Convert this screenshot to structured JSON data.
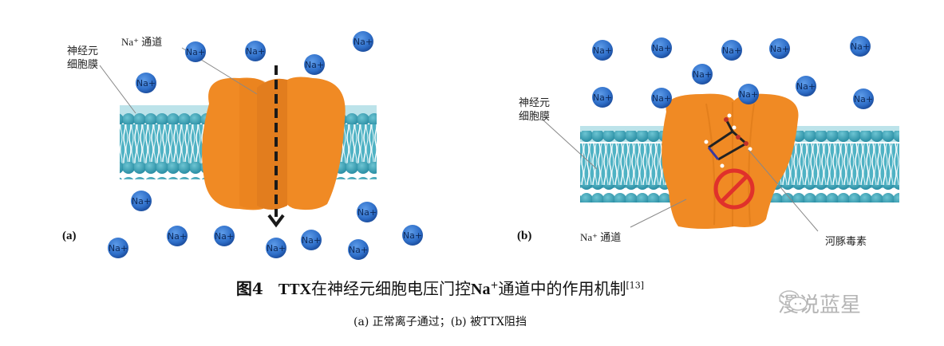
{
  "panels": {
    "a": {
      "letter": "(a)",
      "membrane_label_line1": "神经元",
      "membrane_label_line2": "细胞膜",
      "channel_label": "Na⁺ 通道",
      "ion_label": "Na+",
      "ions": [
        [
          245,
          65
        ],
        [
          320,
          64
        ],
        [
          394,
          81
        ],
        [
          455,
          52
        ],
        [
          183,
          104
        ],
        [
          177,
          252
        ],
        [
          148,
          311
        ],
        [
          222,
          296
        ],
        [
          281,
          296
        ],
        [
          346,
          311
        ],
        [
          390,
          301
        ],
        [
          460,
          266
        ],
        [
          449,
          313
        ],
        [
          517,
          295
        ]
      ]
    },
    "b": {
      "letter": "(b)",
      "membrane_label_line1": "神经元",
      "membrane_label_line2": "细胞膜",
      "channel_label": "Na⁺ 通道",
      "toxin_label": "河豚毒素",
      "ion_label": "Na+",
      "ions": [
        [
          755,
          63
        ],
        [
          829,
          60
        ],
        [
          917,
          63
        ],
        [
          977,
          61
        ],
        [
          1078,
          58
        ],
        [
          880,
          93
        ],
        [
          755,
          122
        ],
        [
          829,
          123
        ],
        [
          938,
          118
        ],
        [
          1010,
          108
        ],
        [
          1082,
          124
        ]
      ]
    }
  },
  "caption": {
    "fig_no": "图4",
    "title_bold_prefix": "TTX",
    "title_mid": "在神经元细胞电压门控",
    "title_bold_na": "Na",
    "title_sup": "+",
    "title_end": "通道中的作用机制",
    "ref": "[13]",
    "subtitle": "(a) 正常离子通过；(b) 被TTX阻挡"
  },
  "watermark": {
    "text": "漫说蓝星",
    "icon": "wechat-icon"
  },
  "colors": {
    "ion": "#2f6fc9",
    "membrane_head": "#3aa0b5",
    "channel": "#f08a24",
    "block": "#e0312b"
  }
}
